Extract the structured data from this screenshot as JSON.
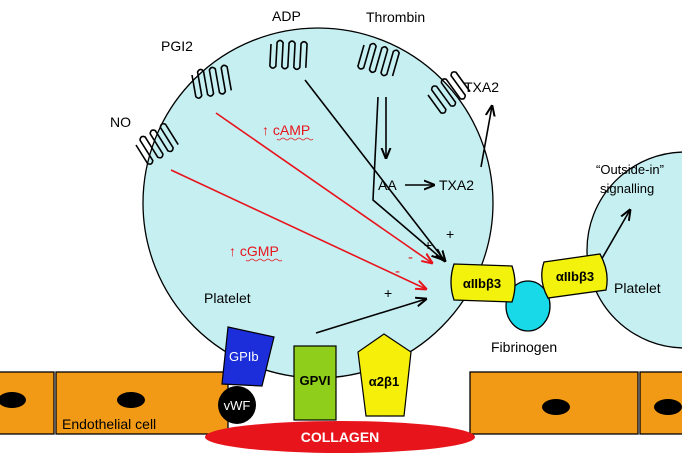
{
  "labels": {
    "no": "NO",
    "pgi2": "PGI2",
    "adp": "ADP",
    "thrombin": "Thrombin",
    "txa2_top": "TXA2",
    "camp": "↑ cAMP",
    "cgmp": "↑ cGMP",
    "aa": "AA",
    "txa2_inner": "TXA2",
    "platelet_left": "Platelet",
    "platelet_right": "Platelet",
    "outside_in_line1": "“Outside-in”",
    "outside_in_line2": "signalling",
    "integrin_left": "αIIbβ3",
    "integrin_right": "αIIbβ3",
    "fibrinogen": "Fibrinogen",
    "gpib": "GPIb",
    "vwf": "vWF",
    "gpvi": "GPVI",
    "a2b1": "α2β1",
    "endothelial_cell": "Endothelial cell",
    "collagen": "COLLAGEN",
    "plus_1": "+",
    "plus_2": "+",
    "plus_3": "+",
    "minus_1": "-",
    "minus_2": "-"
  },
  "colors": {
    "platelet_fill": "#c6eff2",
    "endothelial_fill": "#f29a16",
    "collagen_fill": "#e8141c",
    "integrin_fill": "#f2f20d",
    "fibrinogen_fill": "#17d9e8",
    "gpib_fill": "#1c2ed9",
    "gpvi_fill": "#8fce1a",
    "a2b1_fill": "#f5ef0a",
    "inhibitory_arrow": "#e8141c",
    "activating_arrow": "#000000"
  }
}
